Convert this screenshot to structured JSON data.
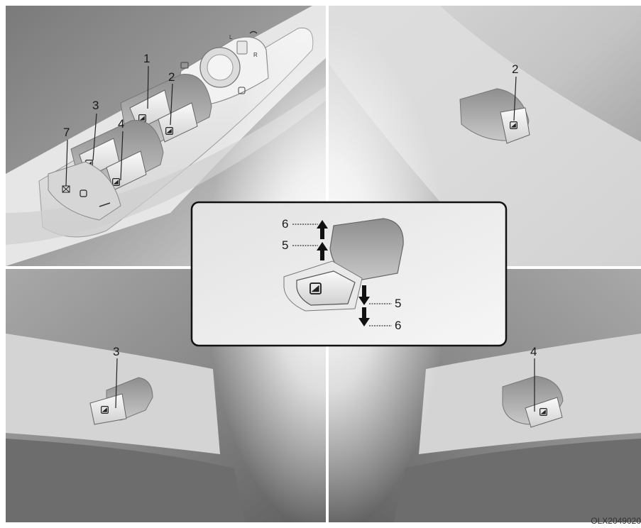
{
  "callouts": {
    "n1": "1",
    "n2a": "2",
    "n2b": "2",
    "n3a": "3",
    "n3b": "3",
    "n4a": "4",
    "n4b": "4",
    "n7": "7",
    "n5_up": "5",
    "n6_up": "6",
    "n5_down": "5",
    "n6_down": "6"
  },
  "figure_code": "OLX2049020"
}
